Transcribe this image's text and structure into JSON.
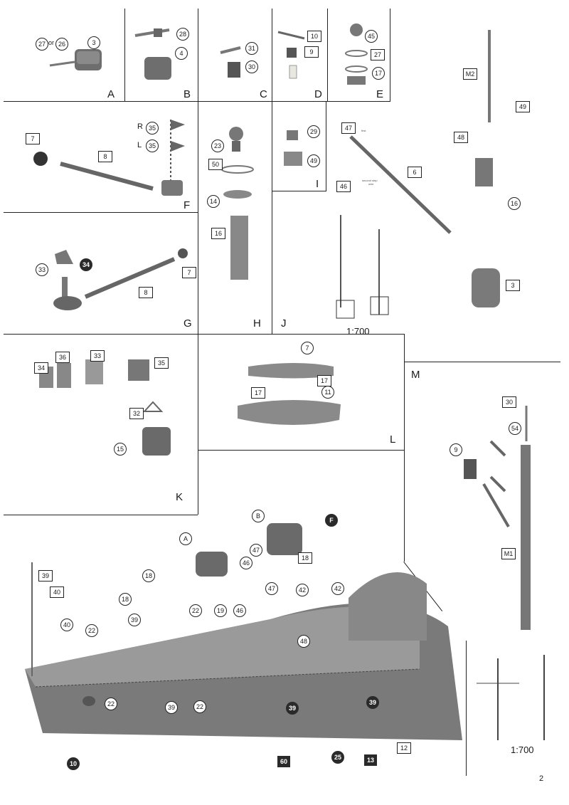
{
  "page_number": "2",
  "panels": {
    "A": {
      "letter": "A",
      "parts": [
        "27",
        "26",
        "3"
      ],
      "or_text": "or"
    },
    "B": {
      "letter": "B",
      "parts": [
        "28",
        "4"
      ]
    },
    "C": {
      "letter": "C",
      "parts": [
        "31",
        "30"
      ]
    },
    "D": {
      "letter": "D",
      "parts": [
        "10",
        "9"
      ]
    },
    "E": {
      "letter": "E",
      "parts": [
        "45",
        "27",
        "17"
      ]
    },
    "F": {
      "letter": "F",
      "parts": [
        "7",
        "8",
        "35",
        "35"
      ],
      "r_label": "R",
      "l_label": "L"
    },
    "G": {
      "letter": "G",
      "parts": [
        "33",
        "34",
        "7",
        "8"
      ]
    },
    "H": {
      "letter": "H",
      "parts": [
        "23",
        "50",
        "14",
        "16"
      ]
    },
    "I": {
      "letter": "I",
      "parts": [
        "29",
        "49"
      ]
    },
    "J": {
      "letter": "J",
      "parts": [
        "47",
        "48",
        "46",
        "6",
        "16",
        "3",
        "M2",
        "49"
      ],
      "note_1": "first",
      "note_2": "second step",
      "note_3": "wire",
      "scale": "1:700"
    },
    "K": {
      "letter": "K",
      "parts": [
        "34",
        "36",
        "33",
        "35",
        "32",
        "15"
      ]
    },
    "L": {
      "letter": "L",
      "parts": [
        "7",
        "17",
        "17",
        "11"
      ]
    },
    "M": {
      "letter": "M",
      "parts": [
        "30",
        "54",
        "9",
        "M1"
      ],
      "scale": "1:700"
    },
    "hull": {
      "parts": [
        "39",
        "40",
        "40",
        "18",
        "18",
        "22",
        "22",
        "39",
        "22",
        "22",
        "39",
        "A",
        "B",
        "46",
        "47",
        "46",
        "47",
        "19",
        "18",
        "42",
        "42",
        "48",
        "F",
        "39",
        "39",
        "12"
      ],
      "dark_parts": [
        "10",
        "60",
        "25",
        "13"
      ]
    }
  }
}
